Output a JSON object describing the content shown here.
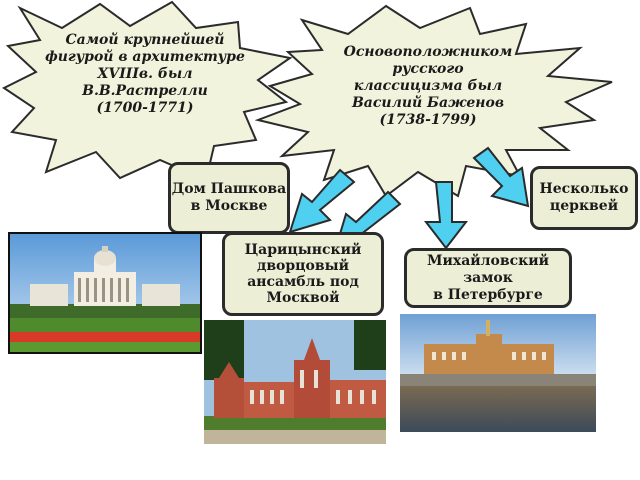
{
  "callout_rastrelli": {
    "lines": [
      "Самой крупнейшей",
      "фигурой в архитектуре",
      "XVIIIв. был",
      "В.В.Растрелли",
      "(1700-1771)"
    ]
  },
  "callout_bazhenov": {
    "lines": [
      "Основоположником",
      "русского",
      "классицизма был",
      "Василий Баженов",
      "(1738-1799)"
    ]
  },
  "boxes": {
    "pashkov": [
      "Дом Пашкова",
      "в Москве"
    ],
    "churches": [
      "Несколько",
      "церквей"
    ],
    "tsaritsyno": [
      "Царицынский",
      "дворцовый",
      "ансамбль под",
      "Москвой"
    ],
    "mikhailovsky": [
      "Михайловский замок",
      "в Петербурге"
    ]
  },
  "colors": {
    "callout_fill": "#f1f3dc",
    "box_fill": "#ecefd6",
    "arrow_fill": "#4fd0f0"
  },
  "photos": {
    "pashkov": "pashkov-house-photo",
    "tsaritsyno": "tsaritsyno-palace-photo",
    "mikhailovsky": "mikhailovsky-castle-photo"
  }
}
